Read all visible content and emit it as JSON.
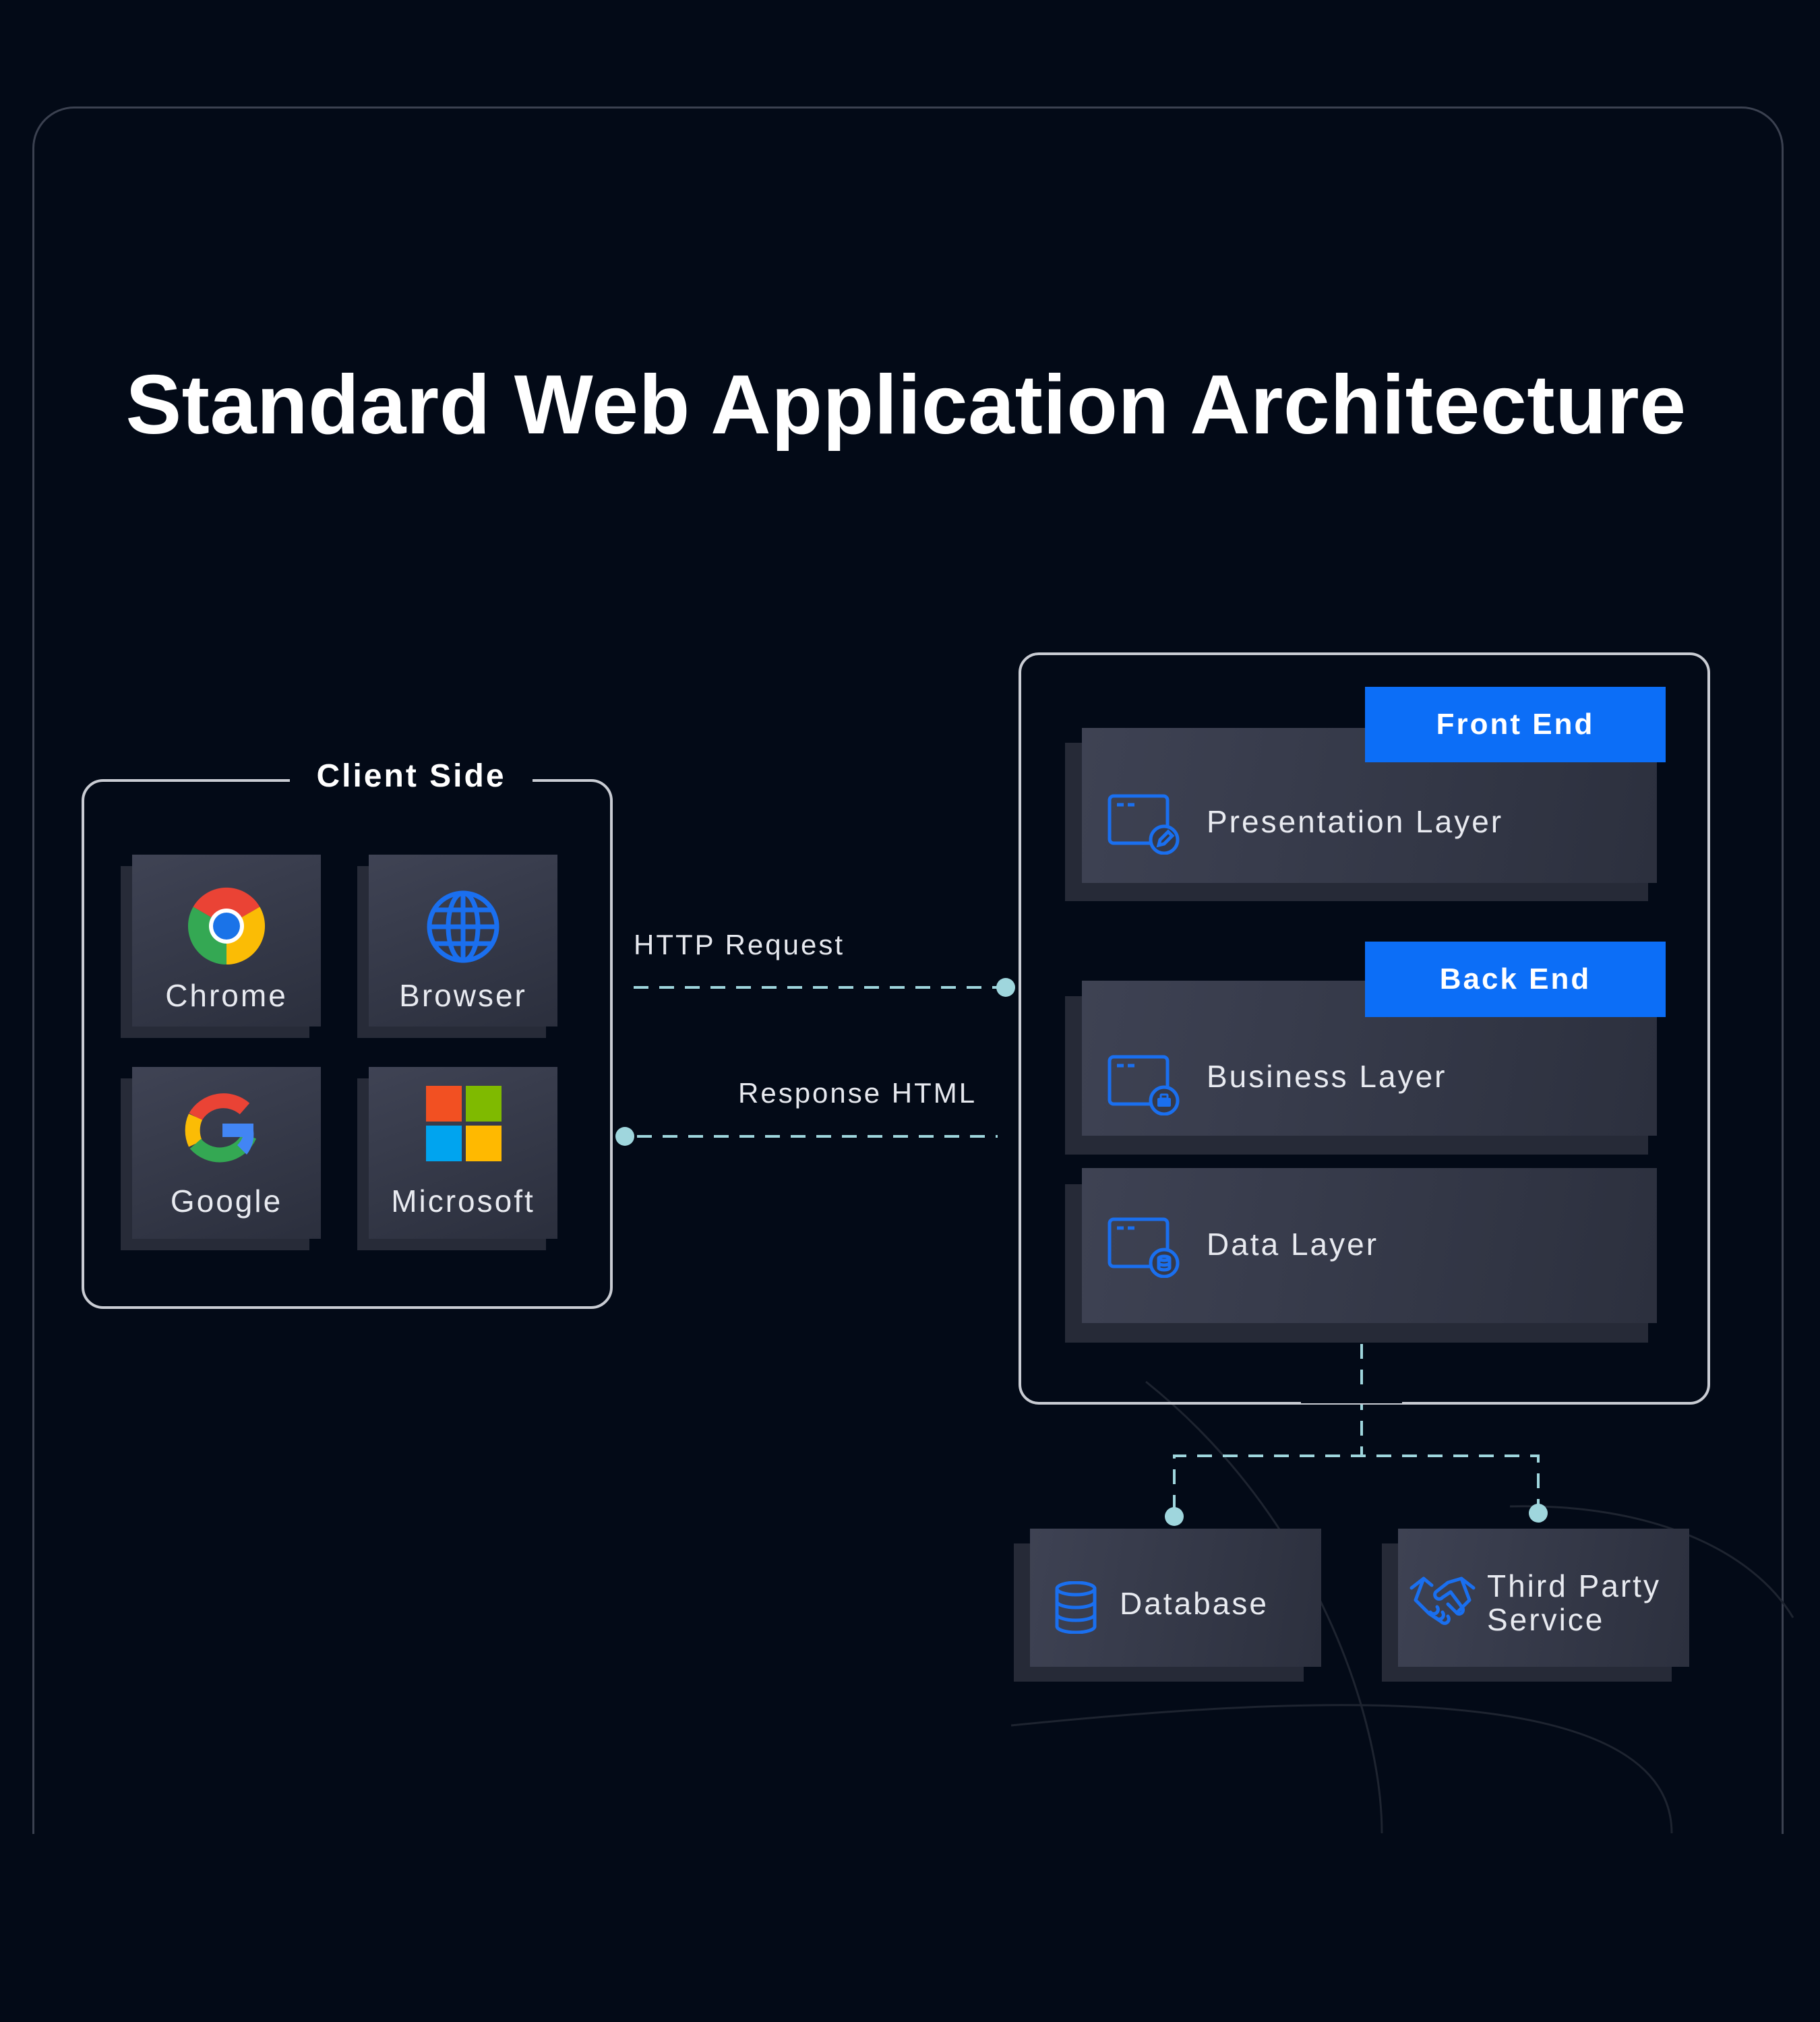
{
  "title": "Standard Web Application Architecture",
  "client_side": {
    "label": "Client Side",
    "tiles": [
      {
        "label": "Chrome",
        "icon": "chrome-icon"
      },
      {
        "label": "Browser",
        "icon": "globe-icon"
      },
      {
        "label": "Google",
        "icon": "google-icon"
      },
      {
        "label": "Microsoft",
        "icon": "microsoft-icon"
      }
    ]
  },
  "connections": {
    "request": "HTTP Request",
    "response": "Response HTML"
  },
  "server": {
    "front_end_badge": "Front End",
    "back_end_badge": "Back End",
    "layers": [
      {
        "label": "Presentation Layer",
        "icon": "window-edit-icon"
      },
      {
        "label": "Business Layer",
        "icon": "window-briefcase-icon"
      },
      {
        "label": "Data Layer",
        "icon": "window-data-icon"
      }
    ]
  },
  "services": [
    {
      "label": "Database",
      "icon": "database-icon"
    },
    {
      "label_line1": "Third Party",
      "label_line2": "Service",
      "icon": "handshake-icon"
    }
  ],
  "colors": {
    "background": "#030a17",
    "accent_blue": "#0c6ef7",
    "connector": "#9fd6dd",
    "icon_blue": "#1a6fef"
  }
}
